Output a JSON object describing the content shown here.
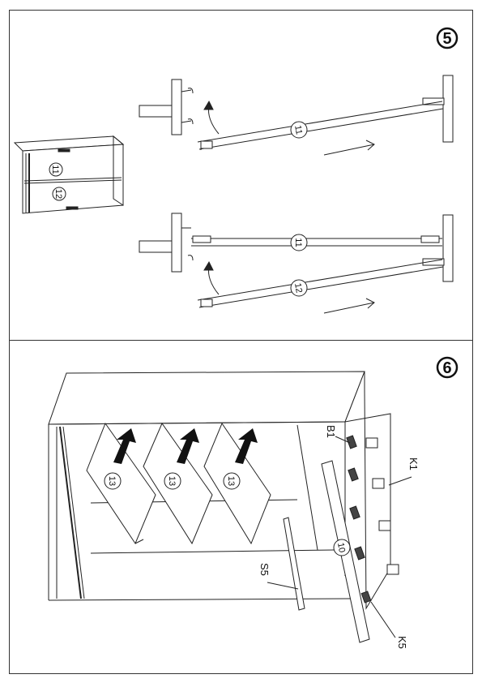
{
  "steps": [
    {
      "number": "5"
    },
    {
      "number": "6"
    }
  ],
  "step5": {
    "cabinet_part_labels": [
      "11",
      "12"
    ],
    "rail_upper_label": "11",
    "rail_upper_installed_label": "11",
    "rail_lower_label": "12"
  },
  "step6": {
    "shelf_labels": [
      "13",
      "13",
      "13"
    ],
    "rail_label": "10",
    "callouts": {
      "b1": "B1",
      "k1": "K1",
      "k5": "K5",
      "s5": "S5"
    }
  }
}
